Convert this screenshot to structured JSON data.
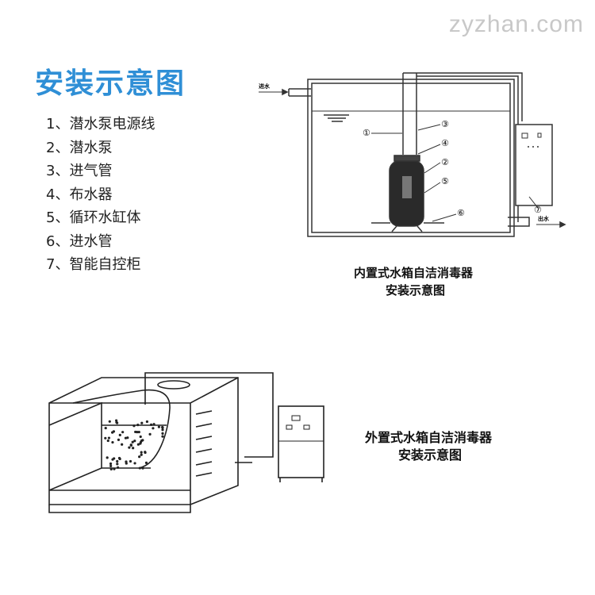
{
  "watermark": "zyzhan.com",
  "title": "安装示意图",
  "legend": [
    "1、潜水泵电源线",
    "2、潜水泵",
    "3、进气管",
    "4、布水器",
    "5、循环水缸体",
    "6、进水管",
    "7、智能自控柜"
  ],
  "diagram1": {
    "inlet": "进水",
    "outlet": "出水",
    "markers": [
      "①",
      "②",
      "③",
      "④",
      "⑤",
      "⑥",
      "⑦"
    ],
    "caption1": "内置式水箱自洁消毒器",
    "caption2": "安装示意图"
  },
  "diagram2": {
    "caption1": "外置式水箱自洁消毒器",
    "caption2": "安装示意图"
  }
}
